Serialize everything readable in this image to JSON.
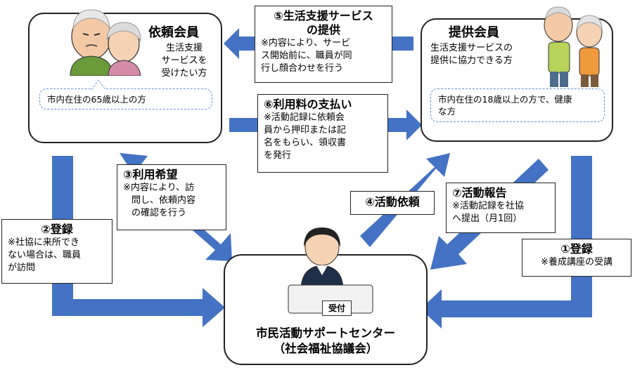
{
  "requester": {
    "title": "依頼会員",
    "desc_lines": [
      "生活支援",
      "サービスを",
      "受けたい方"
    ],
    "bubble": "市内在住の65歳以上の方"
  },
  "provider": {
    "title": "提供会員",
    "desc_lines": [
      "生活支援サービスの",
      "提供に協力できる方"
    ],
    "bubble_lines": [
      "市内在住の18歳以上の方で、健康",
      "な方"
    ]
  },
  "center": {
    "title_lines": [
      "市民活動サポートセンター",
      "（社会福祉協議会）"
    ],
    "reception_sign": "受付"
  },
  "steps": {
    "s5": {
      "title_lines": [
        "⑤生活支援サービス",
        "の提供"
      ],
      "note_lines": [
        "※内容により、サービ",
        "ス開始前に、職員が同",
        "行し顔合わせを行う"
      ]
    },
    "s6": {
      "title": "⑥利用料の支払い",
      "note_lines": [
        "※活動記録に依頼会",
        "員から押印または記",
        "名をもらい、領収書",
        "を発行"
      ]
    },
    "s3": {
      "title": "③利用希望",
      "note_lines": [
        "※内容により、訪",
        "問し、依頼内容",
        "の確認を行う"
      ]
    },
    "s2": {
      "title": "②登録",
      "note_lines": [
        "※社協に来所でき",
        "ない場合は、職員",
        "が訪問"
      ]
    },
    "s4": {
      "title": "④活動依頼"
    },
    "s7": {
      "title": "⑦活動報告",
      "note_lines": [
        "※活動記録を社協",
        "へ提出（月1回）"
      ]
    },
    "s1": {
      "title": "①登録",
      "note": "※養成講座の受講"
    }
  },
  "colors": {
    "arrow": "#4472c4",
    "border": "#222222",
    "bubble_border": "#6b8fd6"
  }
}
